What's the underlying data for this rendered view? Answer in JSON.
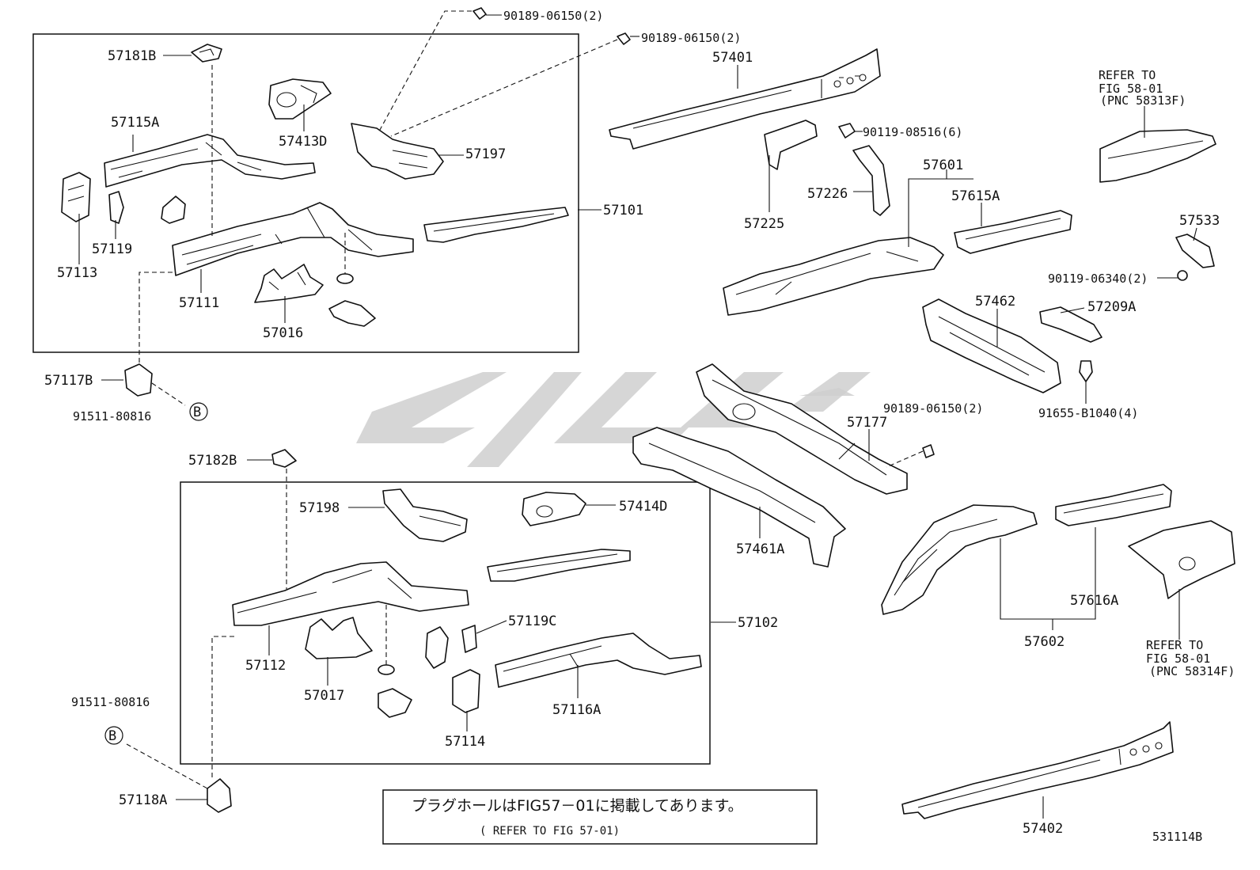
{
  "diagram_id": "531114B",
  "refer_note": {
    "japanese": "プラグホールはFIG57－01に掲載してあります。",
    "english": "( REFER TO FIG 57-01)"
  },
  "fig_refs": {
    "upper": [
      "REFER TO",
      "FIG 58-01",
      "(PNC 58313F)"
    ],
    "lower": [
      "REFER TO",
      "FIG 58-01",
      "(PNC 58314F)"
    ]
  },
  "labels": {
    "p57181B": "57181B",
    "p57115A": "57115A",
    "p57413D": "57413D",
    "p57197": "57197",
    "p57101": "57101",
    "p57113": "57113",
    "p57119": "57119",
    "p57111": "57111",
    "p57016": "57016",
    "p57117B": "57117B",
    "p91511_a": "91511-80816",
    "p57182B": "57182B",
    "p57198": "57198",
    "p57414D": "57414D",
    "p57102": "57102",
    "p57119C": "57119C",
    "p57112": "57112",
    "p57017": "57017",
    "p57116A": "57116A",
    "p57114": "57114",
    "p91511_b": "91511-80816",
    "p57118A": "57118A",
    "p90189_1": "90189-06150(2)",
    "p90189_2": "90189-06150(2)",
    "p57401": "57401",
    "p90119_08516": "90119-08516(6)",
    "p57225": "57225",
    "p57226": "57226",
    "p57601": "57601",
    "p57615A": "57615A",
    "p57533": "57533",
    "p90119_06340": "90119-06340(2)",
    "p57462": "57462",
    "p57209A": "57209A",
    "p90189_3": "90189-06150(2)",
    "p91655": "91655-B1040(4)",
    "p57177": "57177",
    "p57461A": "57461A",
    "p57616A": "57616A",
    "p57602": "57602",
    "p57402": "57402",
    "circleB": "B"
  }
}
